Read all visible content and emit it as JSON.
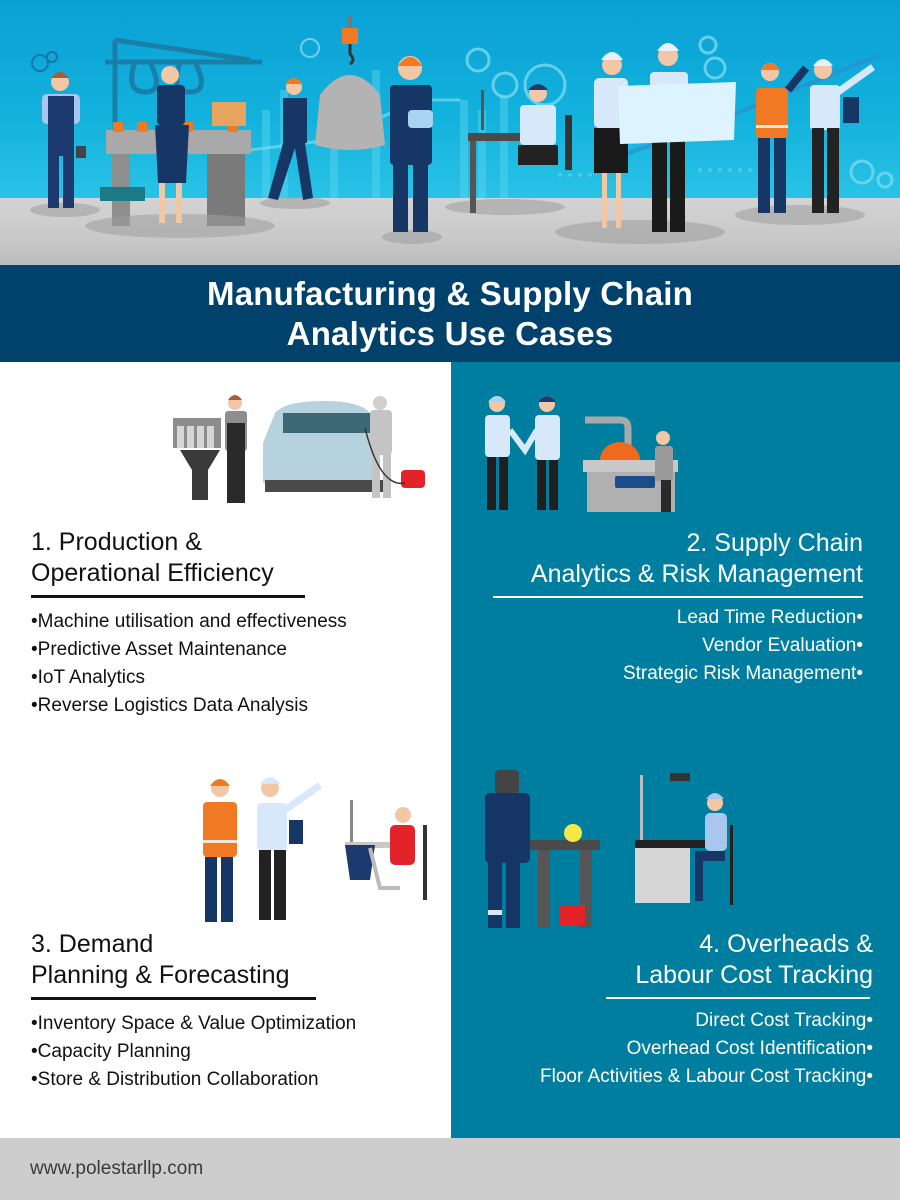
{
  "hero": {
    "illustration": "factory-workers-scene",
    "colors": {
      "sky_top": "#0aa0d4",
      "sky_bottom": "#2ac3e6",
      "floor": "#c9c9c9"
    }
  },
  "title": {
    "line1": "Manufacturing & Supply Chain",
    "line2": "Analytics Use Cases",
    "background": "#00426b"
  },
  "sections": [
    {
      "number": "1",
      "heading_line1": "1. Production &",
      "heading_line2": "Operational Efficiency",
      "illustration": "engine-mechanic-and-car-painter",
      "items": [
        "•Machine utilisation and effectiveness",
        "•Predictive Asset Maintenance",
        "•IoT Analytics",
        "•Reverse Logistics Data Analysis"
      ]
    },
    {
      "number": "2",
      "heading_line1": "2. Supply Chain",
      "heading_line2": "Analytics & Risk Management",
      "illustration": "handshake-and-saw-machine-worker",
      "items": [
        "Lead Time Reduction•",
        "Vendor Evaluation•",
        "Strategic Risk Management•"
      ]
    },
    {
      "number": "3",
      "heading_line1": "3. Demand",
      "heading_line2": "Planning & Forecasting",
      "illustration": "engineers-and-seamstress",
      "items": [
        "•Inventory Space & Value Optimization",
        "•Capacity Planning",
        "•Store & Distribution Collaboration"
      ]
    },
    {
      "number": "4",
      "heading_line1": "4. Overheads &",
      "heading_line2": "Labour Cost Tracking",
      "illustration": "welder-and-lab-technician",
      "items": [
        "Direct Cost Tracking•",
        "Overhead Cost Identification•",
        "Floor Activities & Labour Cost Tracking•"
      ]
    }
  ],
  "colors": {
    "left_panel": "#ffffff",
    "right_panel": "#007ea0",
    "footer": "#cdcdcd"
  },
  "footer": {
    "url": "www.polestarllp.com"
  }
}
